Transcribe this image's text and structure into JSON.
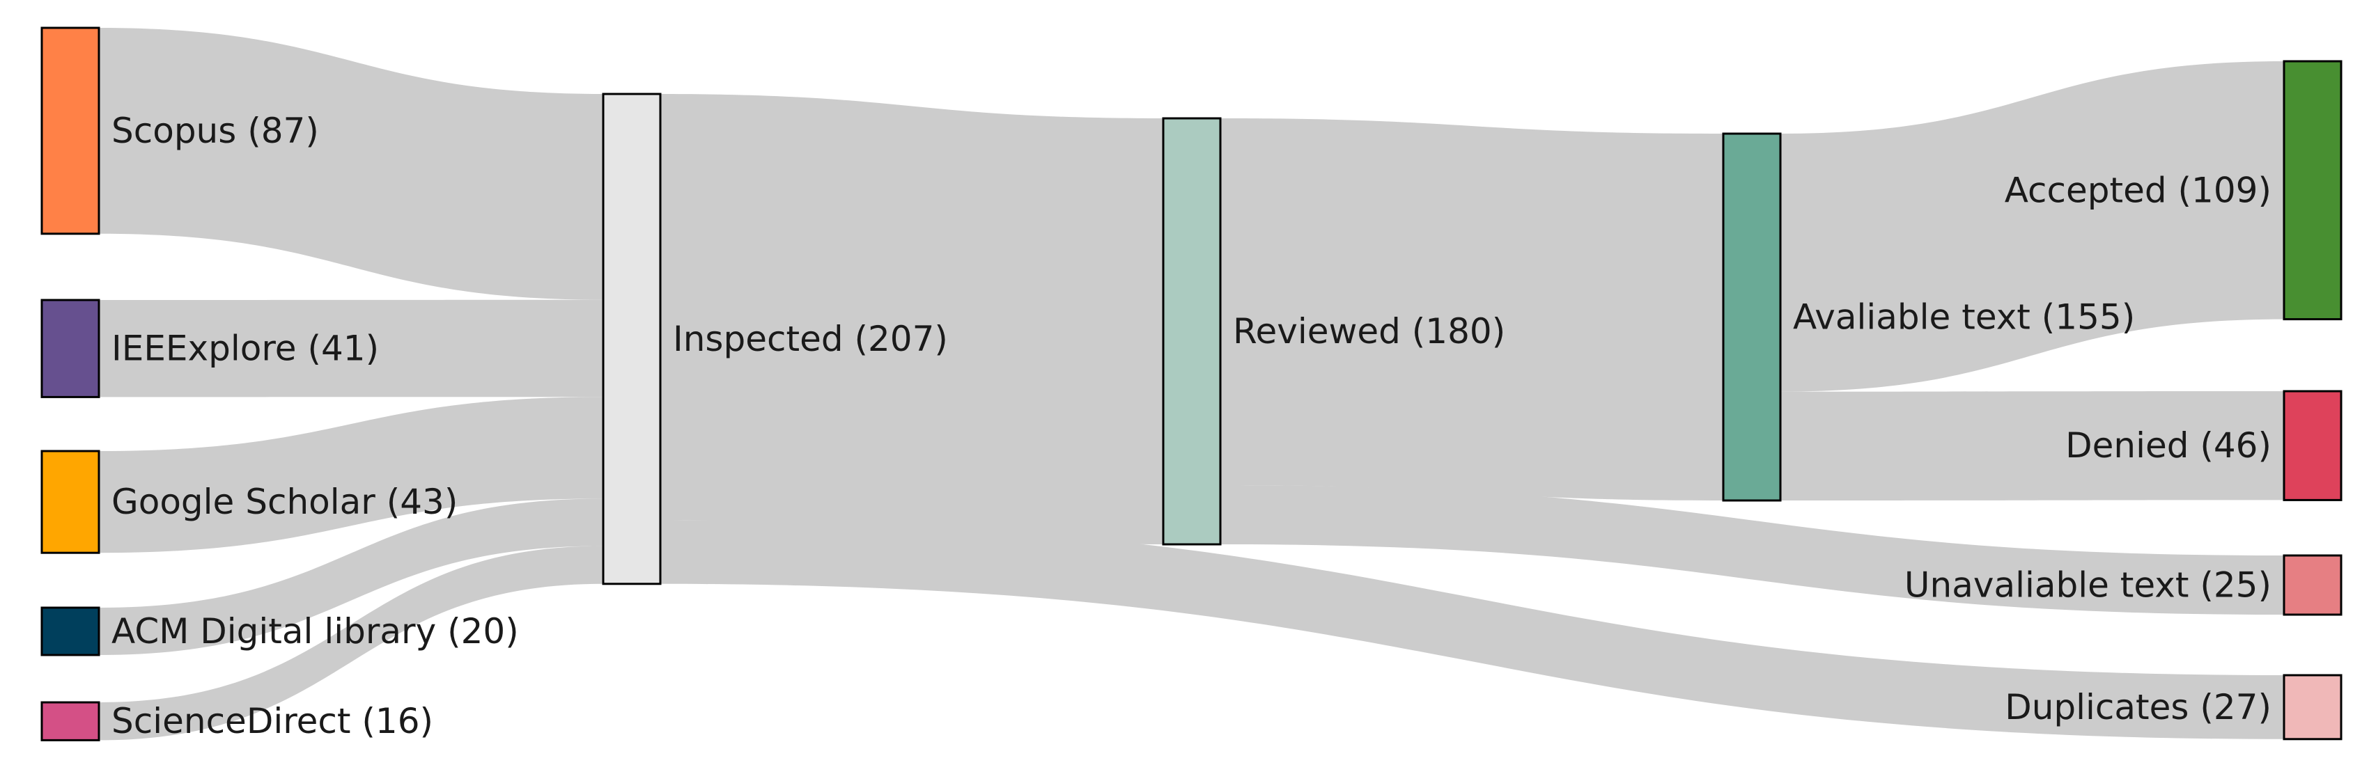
{
  "chart_data": {
    "type": "sankey",
    "nodes": [
      {
        "id": "scopus",
        "label": "Scopus (87)",
        "value": 87,
        "color": "#FF8147"
      },
      {
        "id": "ieeexplore",
        "label": "IEEExplore (41)",
        "value": 41,
        "color": "#66508F"
      },
      {
        "id": "google-scholar",
        "label": "Google Scholar (43)",
        "value": 43,
        "color": "#FFA600"
      },
      {
        "id": "acm",
        "label": "ACM Digital library (20)",
        "value": 20,
        "color": "#003F5C"
      },
      {
        "id": "sciencedirect",
        "label": "ScienceDirect (16)",
        "value": 16,
        "color": "#D45086"
      },
      {
        "id": "inspected",
        "label": "Inspected (207)",
        "value": 207,
        "color": "#E6E6E6"
      },
      {
        "id": "reviewed",
        "label": "Reviewed (180)",
        "value": 180,
        "color": "#ABCBC0"
      },
      {
        "id": "available",
        "label": "Avaliable text (155)",
        "value": 155,
        "color": "#6AAA96"
      },
      {
        "id": "accepted",
        "label": "Accepted (109)",
        "value": 109,
        "color": "#488F31"
      },
      {
        "id": "denied",
        "label": "Denied (46)",
        "value": 46,
        "color": "#DE425B"
      },
      {
        "id": "unavailable",
        "label": "Unavaliable text (25)",
        "value": 25,
        "color": "#E67F83"
      },
      {
        "id": "duplicates",
        "label": "Duplicates (27)",
        "value": 27,
        "color": "#F0B8B8"
      }
    ],
    "links": [
      {
        "source": "scopus",
        "target": "inspected",
        "value": 87
      },
      {
        "source": "ieeexplore",
        "target": "inspected",
        "value": 41
      },
      {
        "source": "google-scholar",
        "target": "inspected",
        "value": 43
      },
      {
        "source": "acm",
        "target": "inspected",
        "value": 20
      },
      {
        "source": "sciencedirect",
        "target": "inspected",
        "value": 16
      },
      {
        "source": "inspected",
        "target": "reviewed",
        "value": 180
      },
      {
        "source": "inspected",
        "target": "duplicates",
        "value": 27
      },
      {
        "source": "reviewed",
        "target": "available",
        "value": 155
      },
      {
        "source": "reviewed",
        "target": "unavailable",
        "value": 25
      },
      {
        "source": "available",
        "target": "accepted",
        "value": 109
      },
      {
        "source": "available",
        "target": "denied",
        "value": 46
      }
    ]
  }
}
